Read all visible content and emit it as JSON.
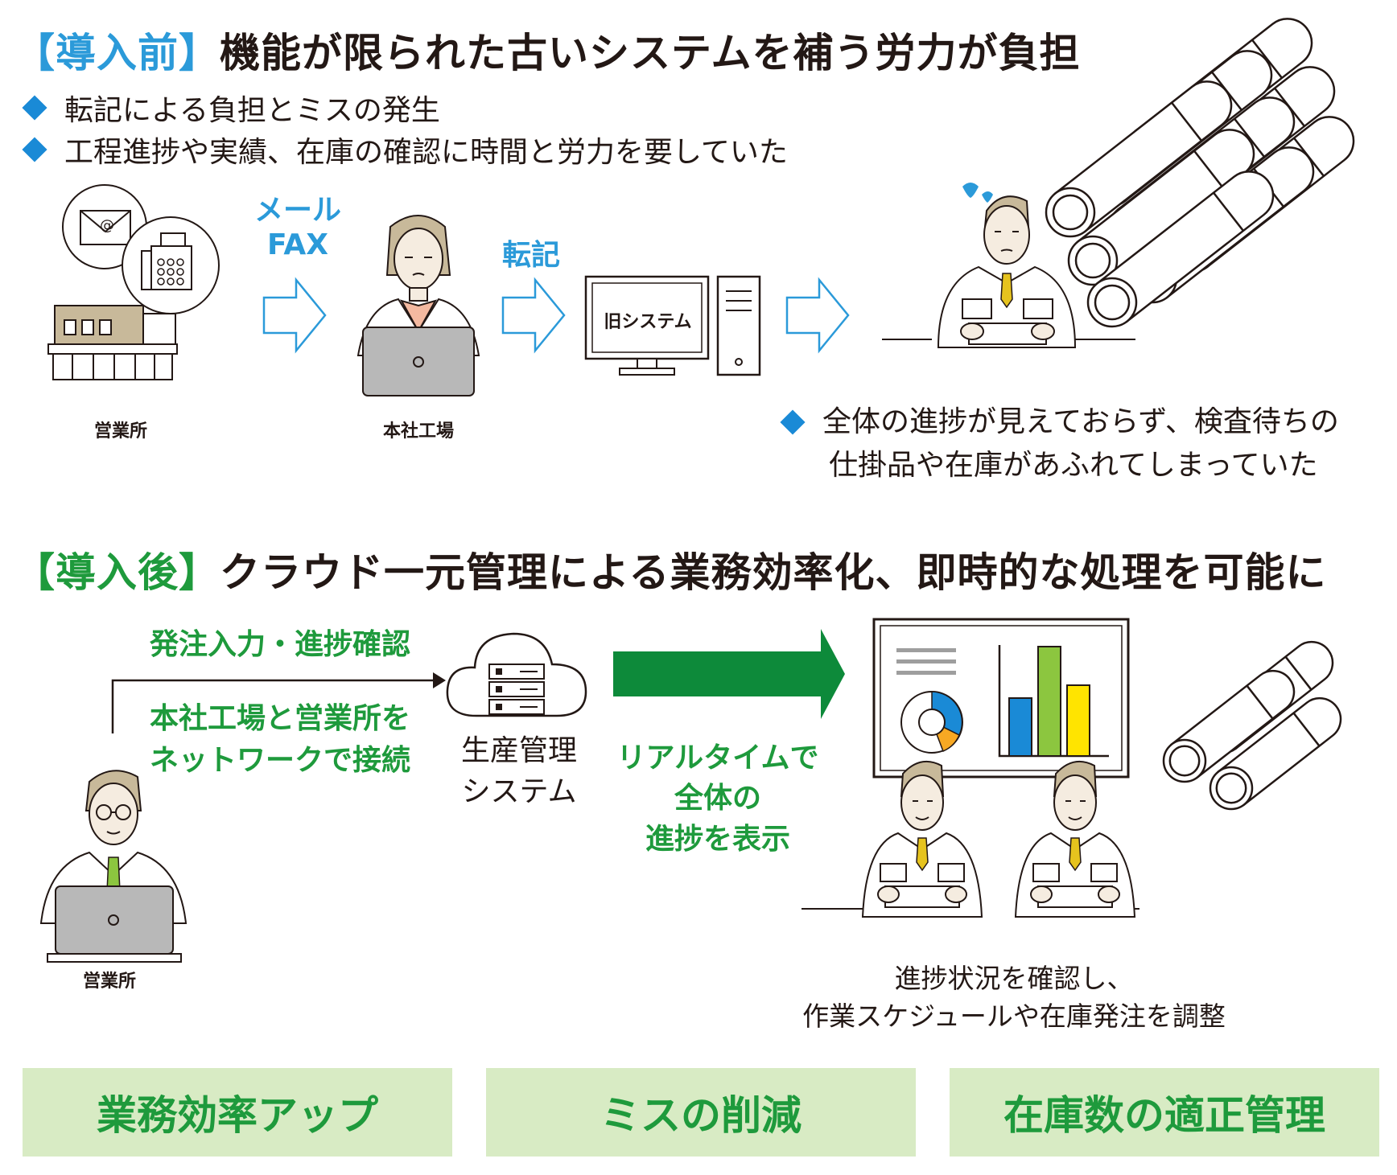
{
  "before": {
    "title_bracket": "【導入前】",
    "title_text": "機能が限られた古いシステムを補う労力が負担",
    "bullets": [
      "転記による負担とミスの発生",
      "工程進捗や実績、在庫の確認に時間と労力を要していた"
    ],
    "label_mail": "メール",
    "label_fax": "FAX",
    "label_transcribe": "転記",
    "label_old_system": "旧システム",
    "label_sales_office": "営業所",
    "label_head_factory": "本社工場",
    "note_line1": "全体の進捗が見えておらず、検査待ちの",
    "note_line2": "仕掛品や在庫があふれてしまっていた"
  },
  "after": {
    "title_bracket": "【導入後】",
    "title_text": "クラウド一元管理による業務効率化、即時的な処理を可能に",
    "label_order_input": "発注入力・進捗確認",
    "label_connect_line1": "本社工場と営業所を",
    "label_connect_line2": "ネットワークで接続",
    "label_system_line1": "生産管理",
    "label_system_line2": "システム",
    "label_realtime_line1": "リアルタイムで",
    "label_realtime_line2": "全体の",
    "label_realtime_line3": "進捗を表示",
    "label_sales_office": "営業所",
    "note_line1": "進捗状況を確認し、",
    "note_line2": "作業スケジュールや在庫発注を調整"
  },
  "benefits": [
    "業務効率アップ",
    "ミスの削減",
    "在庫数の適正管理"
  ],
  "colors": {
    "blue_accent": "#2b9ad9",
    "green_accent": "#1e9a3c",
    "green_arrow": "#0d8a3a",
    "benefit_bg": "#d8ebc4",
    "chart_blue": "#1a8ad6",
    "chart_green": "#8cc63f",
    "chart_yellow": "#ffe400",
    "chart_orange": "#f7a823",
    "skin": "#f5ece0",
    "laptop_gray": "#b8b8b8"
  }
}
